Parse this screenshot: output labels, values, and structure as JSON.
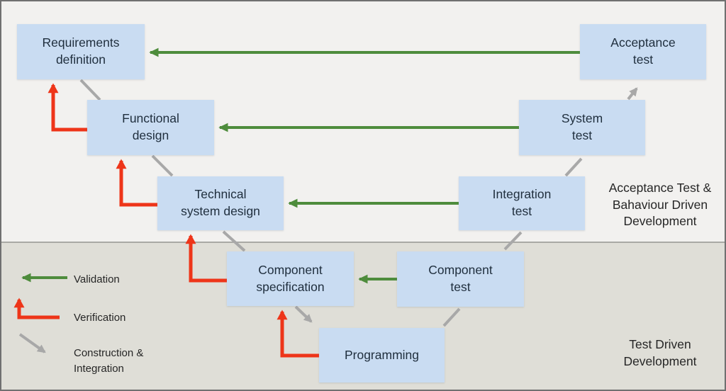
{
  "diagram": {
    "title_hint": "V-model software development process",
    "boxes": [
      {
        "id": "requirements-definition",
        "label": "Requirements\ndefinition"
      },
      {
        "id": "functional-design",
        "label": "Functional\ndesign"
      },
      {
        "id": "technical-system-design",
        "label": "Technical\nsystem design"
      },
      {
        "id": "component-specification",
        "label": "Component\nspecification"
      },
      {
        "id": "programming",
        "label": "Programming"
      },
      {
        "id": "component-test",
        "label": "Component\ntest"
      },
      {
        "id": "integration-test",
        "label": "Integration\ntest"
      },
      {
        "id": "system-test",
        "label": "System\ntest"
      },
      {
        "id": "acceptance-test",
        "label": "Acceptance\ntest"
      }
    ],
    "zone_labels": {
      "top_right": "Acceptance Test &\nBahaviour Driven\nDevelopment",
      "bottom_right": "Test Driven\nDevelopment"
    },
    "legend": {
      "validation_label": "Validation",
      "verification_label": "Verification",
      "construction_label": "Construction &\nIntegration"
    },
    "colors": {
      "validation_green": "#4e8c3c",
      "verification_red": "#ee3519",
      "construction_gray": "#a8a8a8",
      "box_fill": "#c9dcf2",
      "box_text": "#1f2e3d",
      "top_background": "#f2f1ef",
      "bottom_background": "#dfded7"
    }
  }
}
